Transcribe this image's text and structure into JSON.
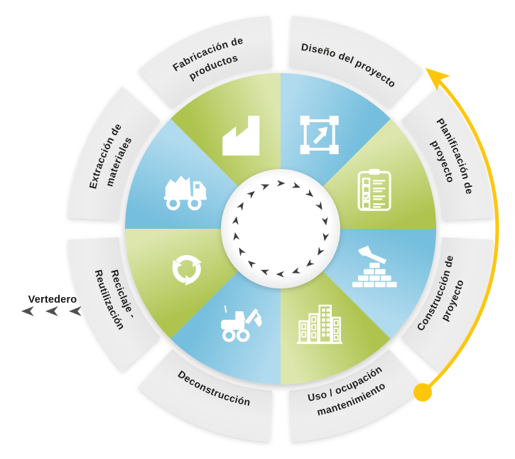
{
  "diagram": {
    "type": "circular-lifecycle-wheel",
    "language": "es",
    "segment_count": 8
  },
  "colors": {
    "wedge_green": "#aec44f",
    "wedge_green_light": "#dce6ad",
    "wedge_blue": "#74bedd",
    "wedge_blue_light": "#b0daee",
    "ring_gray": "#ececec",
    "accent_yellow": "#ffc60b",
    "label_text": "#1d1d1b",
    "cycle_arrow_gray": "#3e3e40"
  },
  "segments": [
    {
      "name": "diseno-del-proyecto",
      "label_lines": [
        "Diseño del proyecto"
      ],
      "wedge_color": "blue",
      "icon": "transform-arrows-icon"
    },
    {
      "name": "planificacion-proyecto",
      "label_lines": [
        "Planificación de",
        "proyecto"
      ],
      "wedge_color": "green",
      "icon": "checklist-icon"
    },
    {
      "name": "construccion-proyecto",
      "label_lines": [
        "Construcción de",
        "proyecto"
      ],
      "wedge_color": "blue",
      "icon": "hammer-bricks-icon"
    },
    {
      "name": "uso-ocupacion",
      "label_lines": [
        "Uso / ocupación",
        "mantenimiento"
      ],
      "wedge_color": "green",
      "icon": "buildings-icon"
    },
    {
      "name": "deconstruccion",
      "label_lines": [
        "Deconstrucción"
      ],
      "wedge_color": "blue",
      "icon": "excavator-icon"
    },
    {
      "name": "reciclaje-reutilizacion",
      "label_lines": [
        "Reciclaje -",
        "Reutilización"
      ],
      "wedge_color": "green",
      "icon": "recycle-icon"
    },
    {
      "name": "extraccion-materiales",
      "label_lines": [
        "Extracción de",
        "materiales"
      ],
      "wedge_color": "blue",
      "icon": "dump-truck-icon"
    },
    {
      "name": "fabricacion-productos",
      "label_lines": [
        "Fabricación de",
        "productos"
      ],
      "wedge_color": "green",
      "icon": "factory-icon"
    }
  ],
  "center": {
    "arrow_count": 18,
    "direction": "clockwise"
  },
  "flow_arrow": {
    "from": "Uso / ocupación mantenimiento",
    "to": "Diseño del proyecto",
    "color": "#ffc60b"
  },
  "external": {
    "vertedero_label": "Vertedero",
    "arrow_count": 3
  }
}
